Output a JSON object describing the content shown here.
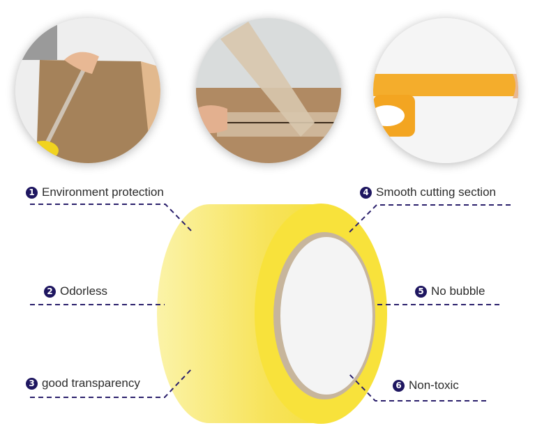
{
  "photos": [
    {
      "name": "box-taping-photo",
      "alt": "Hand sealing cardboard box with tape dispenser"
    },
    {
      "name": "tape-cutting-photo",
      "alt": "Clear tape being peeled from cardboard box"
    },
    {
      "name": "orange-tape-photo",
      "alt": "Orange tape roll being unrolled"
    }
  ],
  "features": [
    {
      "number": "1",
      "label": "Environment protection"
    },
    {
      "number": "2",
      "label": "Odorless"
    },
    {
      "number": "3",
      "label": "good transparency"
    },
    {
      "number": "4",
      "label": "Smooth cutting section"
    },
    {
      "number": "5",
      "label": "No bubble"
    },
    {
      "number": "6",
      "label": "Non-toxic"
    }
  ],
  "colors": {
    "badge": "#1e1660",
    "leader_line": "#2a1f6b",
    "tape_yellow": "#f7e14a",
    "text": "#2b2b2b"
  }
}
